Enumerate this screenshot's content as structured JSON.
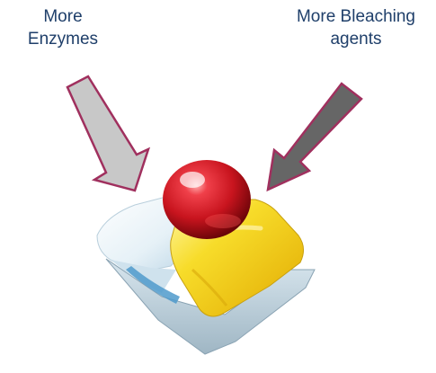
{
  "labels": {
    "left": {
      "line1": "More",
      "line2": "Enzymes"
    },
    "right": {
      "line1": "More Bleaching",
      "line2": "agents"
    }
  },
  "colors": {
    "label_text": "#1f3f6a",
    "left_arrow_fill": "#c8c8c8",
    "right_arrow_fill": "#666666",
    "arrow_outline": "#a0305e",
    "ball_red": "#c8141e",
    "gel_yellow": "#f2d31c",
    "powder_white": "#e9f3f8",
    "powder_blue": "#6fb3d9"
  },
  "icons": {
    "product": "dishwasher-tablet-icon"
  }
}
